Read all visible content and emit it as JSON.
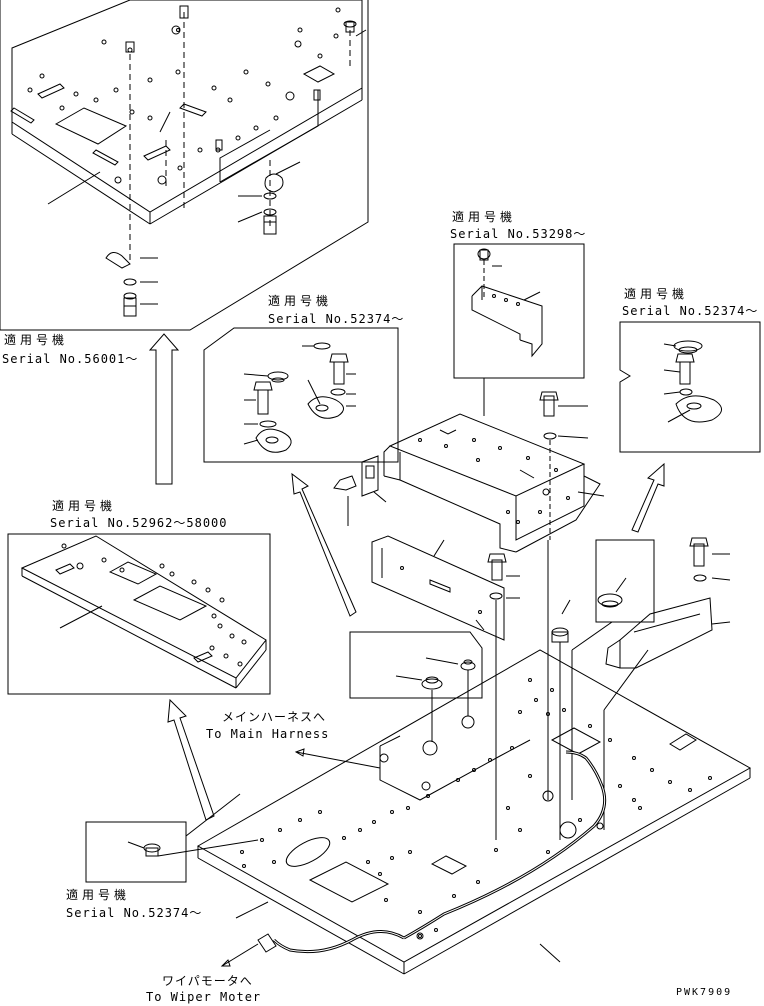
{
  "diagram": {
    "drawing_code": "PWK7909",
    "callouts": [
      {
        "id": "top-left",
        "applicable": "適用号機",
        "serial": "Serial No.56001～"
      },
      {
        "id": "mid-left",
        "applicable": "適用号機",
        "serial": "Serial No.52962～58000"
      },
      {
        "id": "mid-center",
        "applicable": "適用号機",
        "serial": "Serial No.52374～"
      },
      {
        "id": "upper-center",
        "applicable": "適用号機",
        "serial": "Serial No.53298～"
      },
      {
        "id": "right",
        "applicable": "適用号機",
        "serial": "Serial No.52374～"
      },
      {
        "id": "bottom-left",
        "applicable": "適用号機",
        "serial": "Serial No.52374～"
      }
    ],
    "harness_note": {
      "jp": "メインハーネスへ",
      "en": "To Main Harness"
    },
    "wiper_note": {
      "jp": "ワイパモータへ",
      "en": "To Wiper Moter"
    }
  }
}
